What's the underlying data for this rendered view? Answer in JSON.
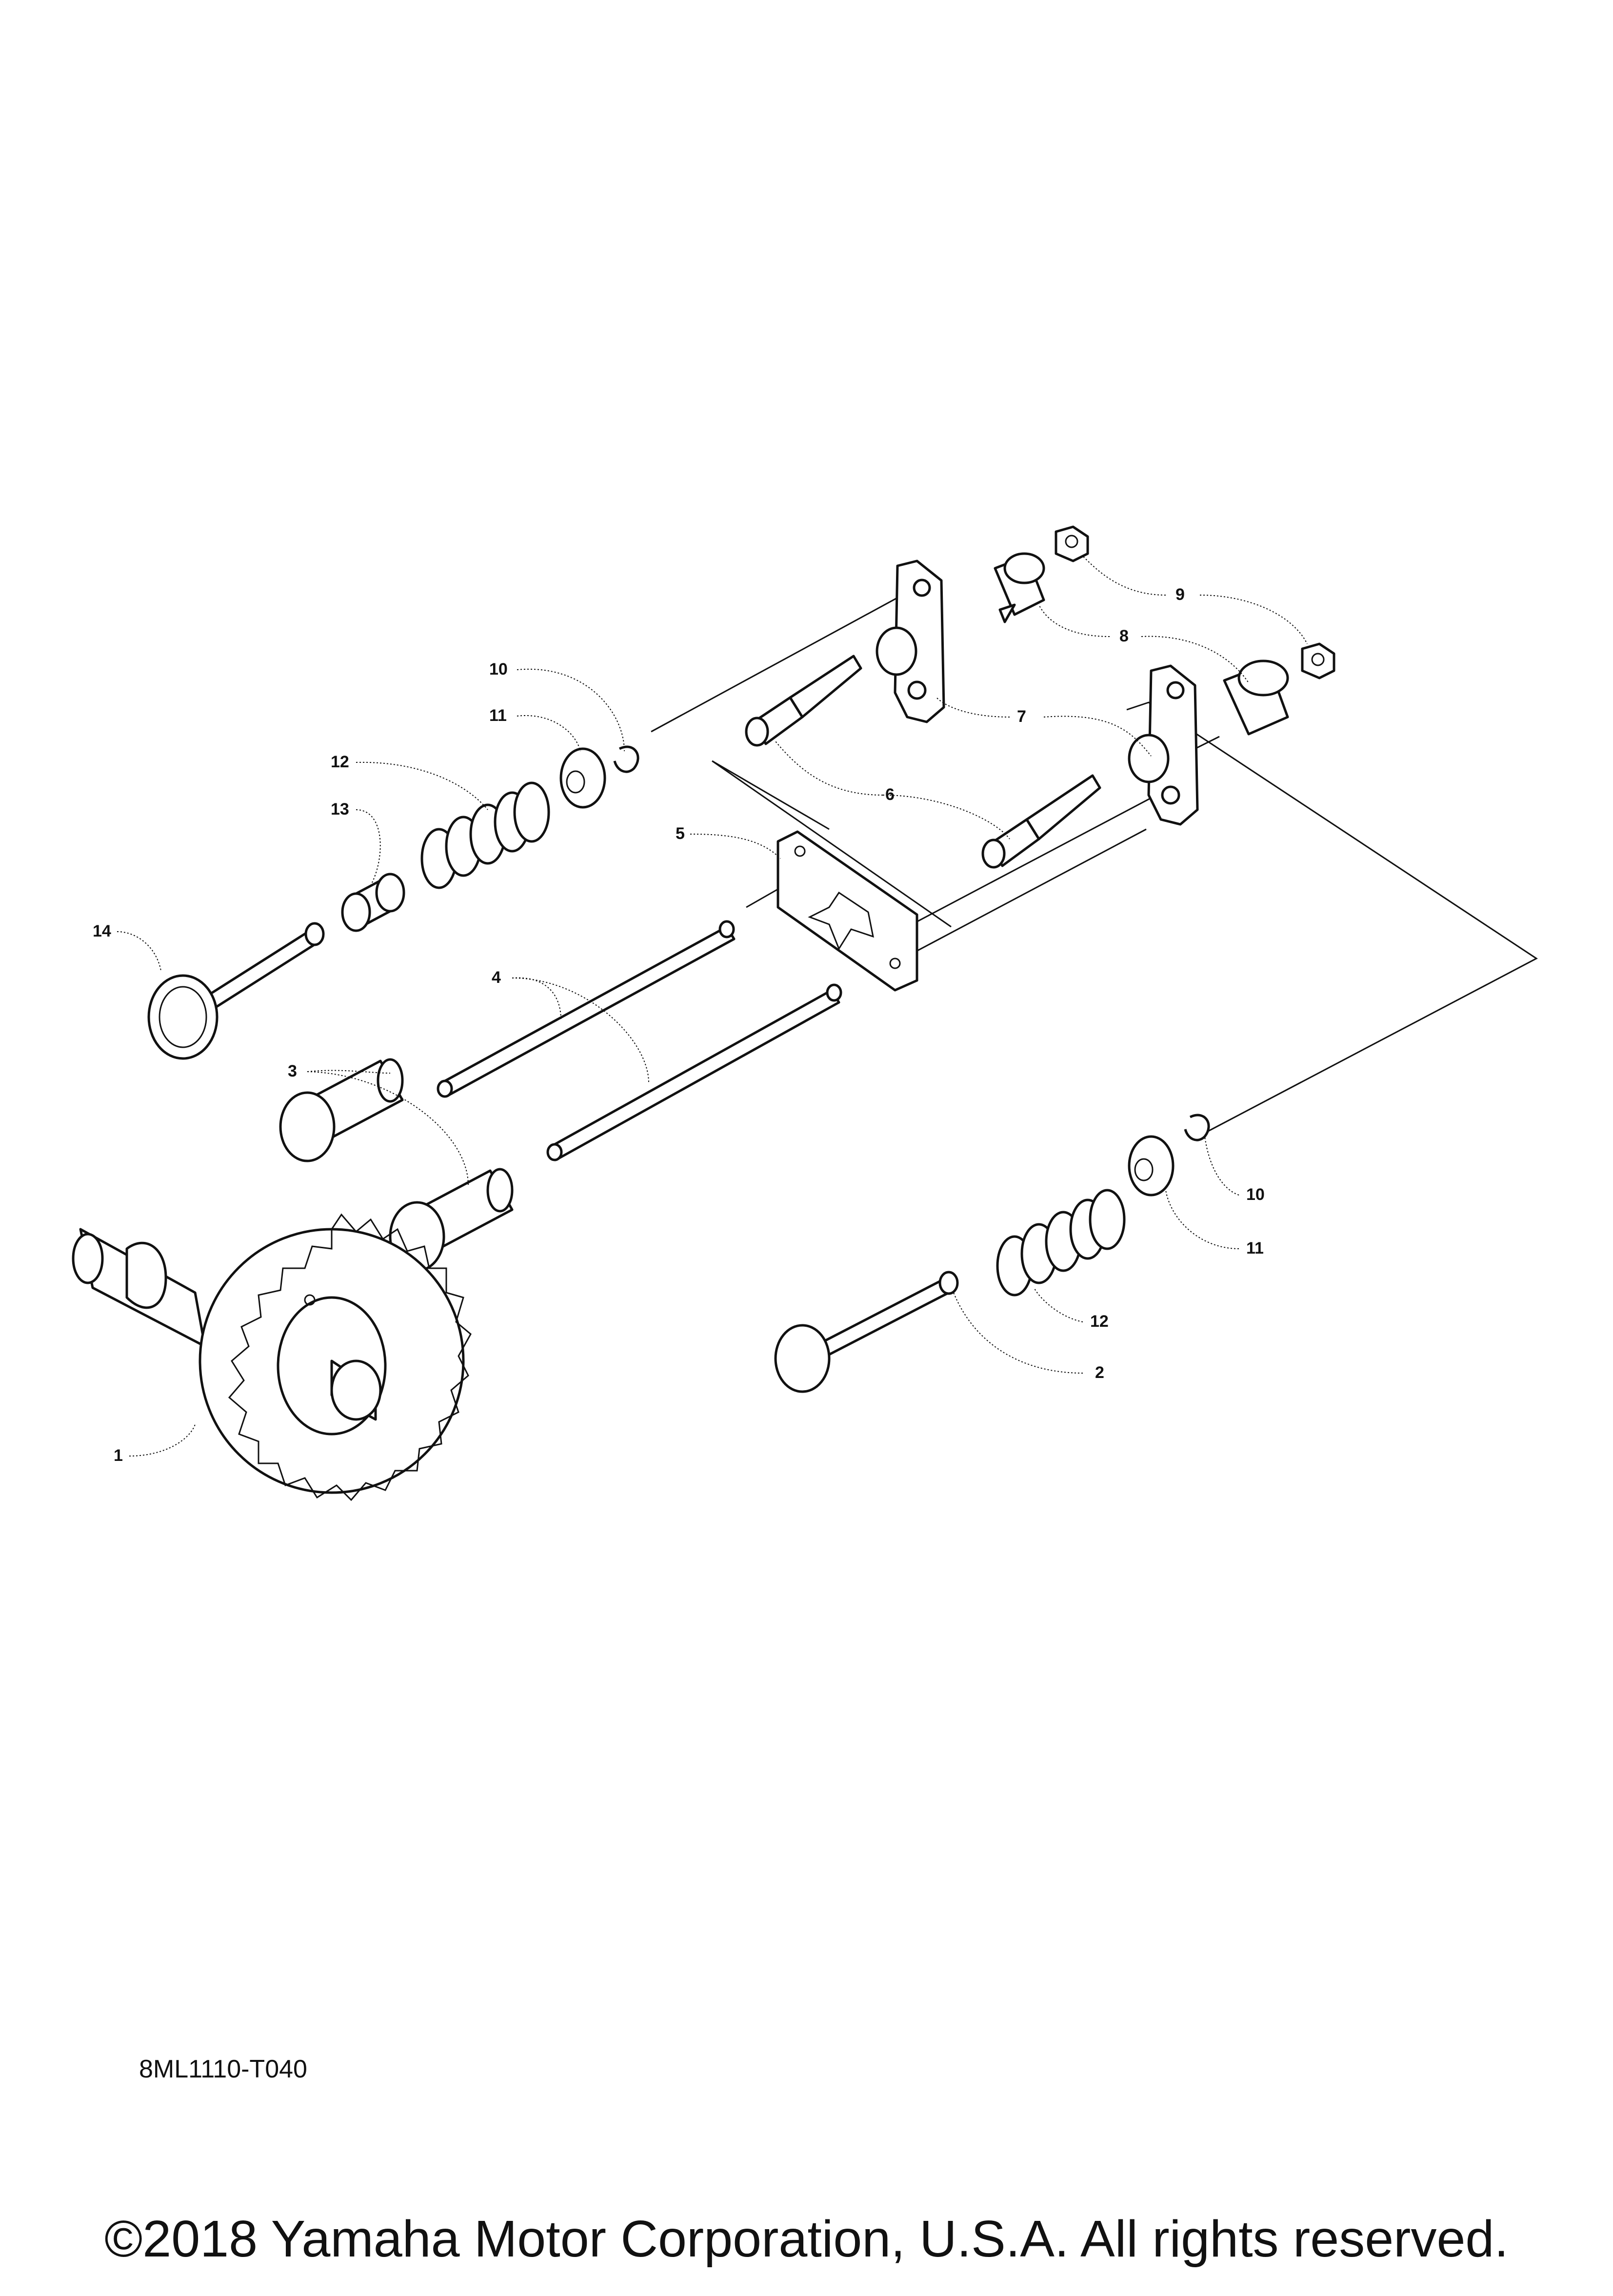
{
  "diagram": {
    "callouts": [
      {
        "id": "1",
        "label": "1"
      },
      {
        "id": "2",
        "label": "2"
      },
      {
        "id": "3",
        "label": "3"
      },
      {
        "id": "4",
        "label": "4"
      },
      {
        "id": "5",
        "label": "5"
      },
      {
        "id": "6",
        "label": "6"
      },
      {
        "id": "7",
        "label": "7"
      },
      {
        "id": "8",
        "label": "8"
      },
      {
        "id": "9",
        "label": "9"
      },
      {
        "id": "10a",
        "label": "10"
      },
      {
        "id": "10b",
        "label": "10"
      },
      {
        "id": "11a",
        "label": "11"
      },
      {
        "id": "11b",
        "label": "11"
      },
      {
        "id": "12a",
        "label": "12"
      },
      {
        "id": "12b",
        "label": "12"
      },
      {
        "id": "13",
        "label": "13"
      },
      {
        "id": "14",
        "label": "14"
      }
    ],
    "code": "8ML1110-T040"
  },
  "footer": {
    "copyright": "©2018 Yamaha Motor Corporation, U.S.A. All rights reserved."
  }
}
